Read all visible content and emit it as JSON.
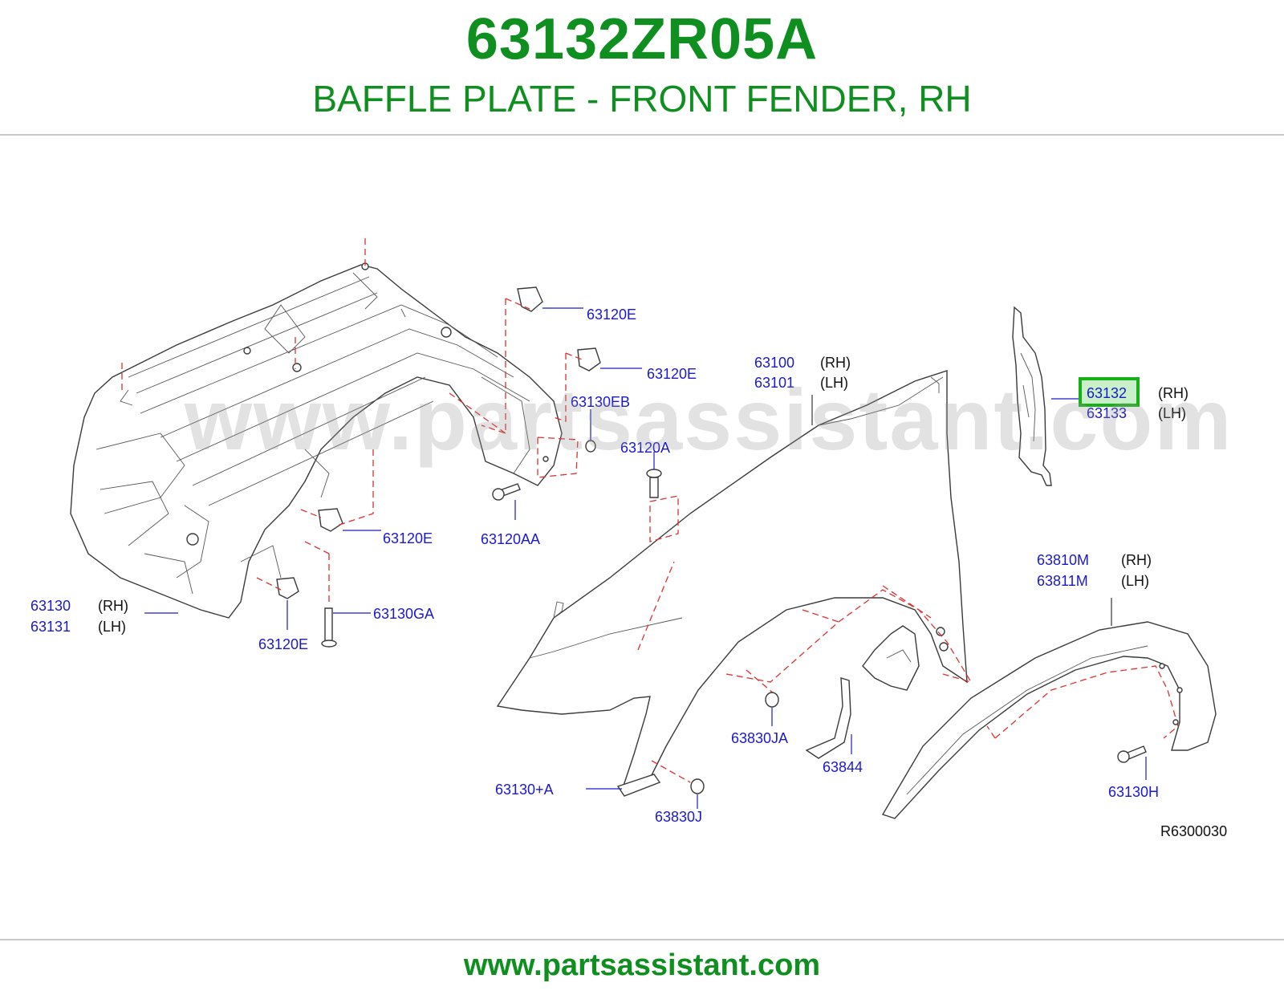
{
  "header": {
    "part_number": "63132ZR05A",
    "title": "BAFFLE PLATE - FRONT FENDER, RH"
  },
  "watermark": "www.partsassistant.com",
  "diagram": {
    "reference": "R6300030",
    "sides": {
      "rh": "(RH)",
      "lh": "(LH)"
    },
    "callouts": {
      "c63120e_1": "63120E",
      "c63120e_2": "63120E",
      "c63130eb": "63130EB",
      "c63120a": "63120A",
      "c63120aa": "63120AA",
      "c63120e_3": "63120E",
      "c63130": "63130",
      "c63131": "63131",
      "c63130ga": "63130GA",
      "c63120e_4": "63120E",
      "c63100": "63100",
      "c63101": "63101",
      "c63132": "63132",
      "c63133": "63133",
      "c63810m": "63810M",
      "c63811m": "63811M",
      "c63830ja": "63830JA",
      "c63844": "63844",
      "c63130a": "63130+A",
      "c63830j": "63830J",
      "c63130h": "63130H"
    },
    "highlight_color": "#18b018",
    "label_color": "#1a1acc"
  },
  "footer": {
    "url": "www.partsassistant.com"
  }
}
